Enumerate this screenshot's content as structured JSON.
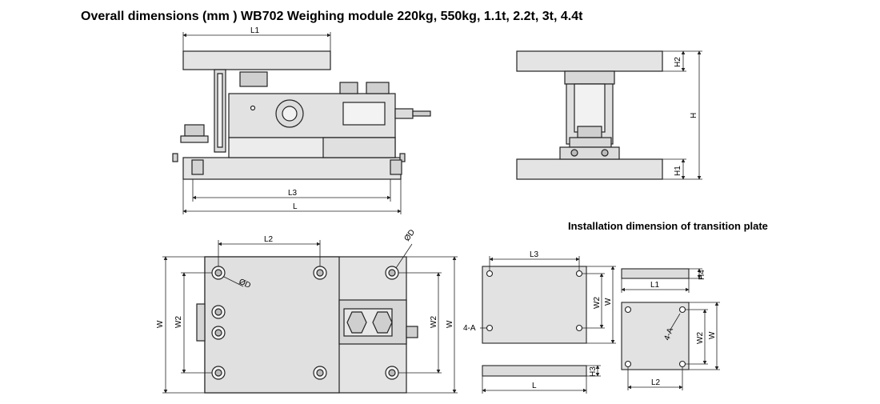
{
  "title": "Overall dimensions (mm ) WB702 Weighing module 220kg, 550kg, 1.1t, 2.2t, 3t, 4.4t",
  "subtitle": "Installation dimension of transition plate",
  "labels": {
    "L1": "L1",
    "L2": "L2",
    "L3": "L3",
    "L": "L",
    "H": "H",
    "H1": "H1",
    "H2": "H2",
    "H3": "H3",
    "H4": "H4",
    "W": "W",
    "W2": "W2",
    "OD": "ØD",
    "hole_4A": "4-A"
  },
  "colors": {
    "line": "#222222",
    "fill_light": "#e9e9e9",
    "fill_mid": "#d4d4d4",
    "fill_dark": "#b9b9b9"
  }
}
